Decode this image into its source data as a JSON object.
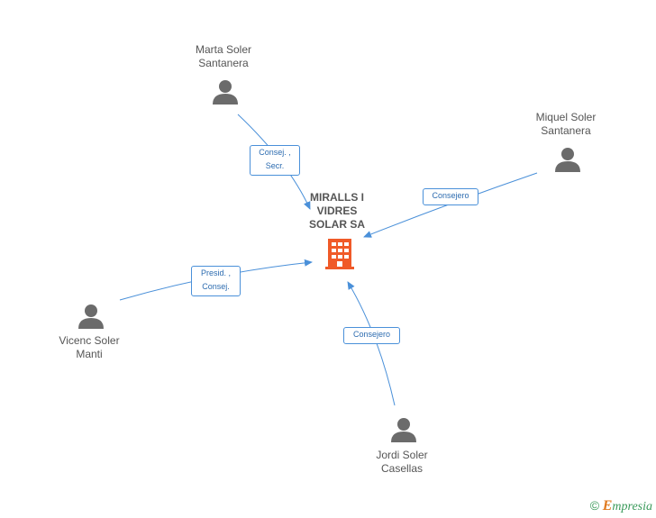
{
  "company": {
    "name": "MIRALLS I\nVIDRES\nSOLAR SA",
    "icon": "building-icon",
    "color": "#f05a28"
  },
  "people": [
    {
      "name": "Marta Soler\nSantanera",
      "role": "Consej. ,\nSecr.",
      "icon": "person-icon"
    },
    {
      "name": "Miquel Soler\nSantanera",
      "role": "Consejero",
      "icon": "person-icon"
    },
    {
      "name": "Vicenc Soler\nManti",
      "role": "Presid. ,\nConsej.",
      "icon": "person-icon"
    },
    {
      "name": "Jordi Soler\nCasellas",
      "role": "Consejero",
      "icon": "person-icon"
    }
  ],
  "colors": {
    "edge": "#4a90d9",
    "person": "#6b6b6b",
    "role_text": "#2d6cb0"
  },
  "footer": {
    "copyright": "©",
    "brand_initial": "E",
    "brand_rest": "mpresia"
  }
}
